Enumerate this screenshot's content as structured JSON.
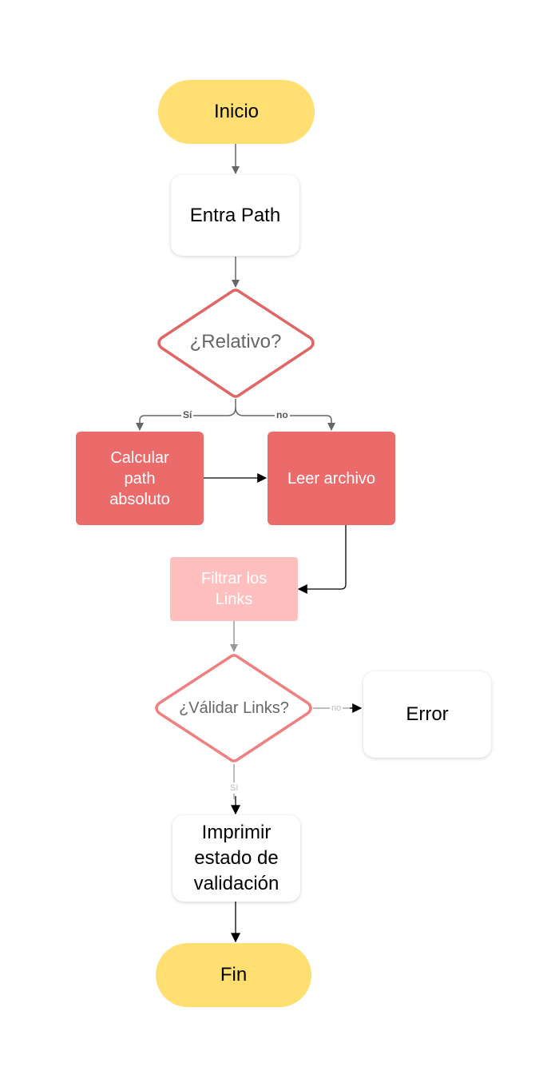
{
  "nodes": {
    "inicio": "Inicio",
    "entra_path": "Entra Path",
    "relativo": "¿Relativo?",
    "calcular": [
      "Calcular",
      "path",
      "absoluto"
    ],
    "leer": "Leer archivo",
    "filtrar": [
      "Filtrar los",
      "Links"
    ],
    "validar": "¿Válidar Links?",
    "error": "Error",
    "imprimir": [
      "Imprimir",
      "estado de",
      "validación"
    ],
    "fin": "Fin"
  },
  "edges": {
    "relativo_si": "Sí",
    "relativo_no": "no",
    "validar_no": "no",
    "validar_si": "Sí"
  },
  "colors": {
    "terminal": "#FFDF71",
    "red": "#EB6B6B",
    "pink": "#FFBFBF",
    "diamond_dark": "#E06666",
    "diamond_light": "#F08080",
    "line_dark": "#555555",
    "line_gray": "#999999",
    "line_black": "#000000"
  }
}
